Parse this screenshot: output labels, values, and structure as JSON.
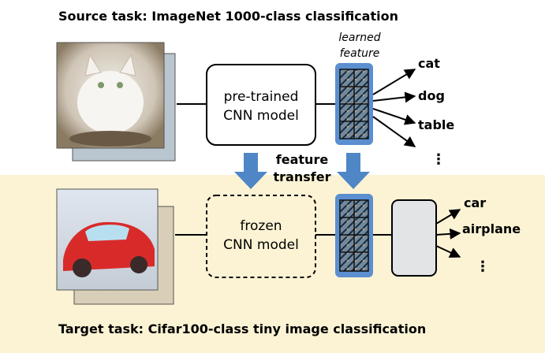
{
  "source_title": "Source task: ImageNet 1000-class classification",
  "target_title": "Target task: Cifar100-class tiny image classification",
  "learned_feature": [
    "learned",
    "feature"
  ],
  "pretrained_model": [
    "pre-trained",
    "CNN model"
  ],
  "frozen_model": [
    "frozen",
    "CNN model"
  ],
  "feature_transfer": [
    "feature",
    "transfer"
  ],
  "source_classes": [
    "cat",
    "dog",
    "table",
    "⋮"
  ],
  "target_classes": [
    "car",
    "airplane",
    "⋮"
  ],
  "colors": {
    "target_band": "#fbf3d4",
    "transfer_arrow": "#4f86c6",
    "feature_box": "#5b8fd0",
    "classifier_box": "#e3e4e6"
  },
  "icons": [
    "cat-photo",
    "car-photo",
    "feature-filters",
    "arrow-icon"
  ]
}
